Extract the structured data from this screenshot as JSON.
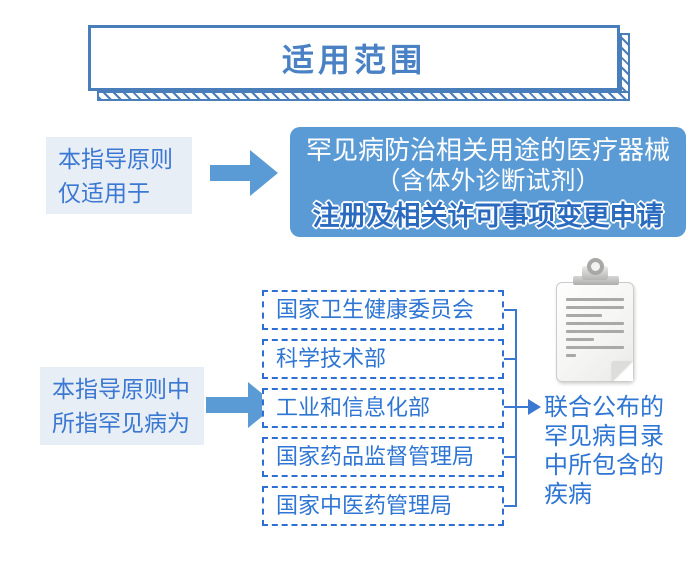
{
  "colors": {
    "accent_blue": "#3b78d2",
    "mid_blue": "#5b9bd5",
    "dark_blue": "#2a6bc0",
    "border_blue": "#4a7ebb",
    "light_box_bg": "#e8eef6",
    "dashed_blue": "#2e6fd4",
    "clipboard_gray": "#a9a9a7"
  },
  "title": {
    "text": "适用范围"
  },
  "section1": {
    "source": {
      "line1": "本指导原则",
      "line2": "仅适用于"
    },
    "target": {
      "line1": "罕见病防治相关用途的医疗器械",
      "line2": "（含体外诊断试剂）",
      "line3": "注册及相关许可事项变更申请"
    }
  },
  "section2": {
    "source": {
      "line1": "本指导原则中",
      "line2": "所指罕见病为"
    },
    "agencies": [
      "国家卫生健康委员会",
      "科学技术部",
      "工业和信息化部",
      "国家药品监督管理局",
      "国家中医药管理局"
    ],
    "result": {
      "line1": "联合公布的",
      "line2": "罕见病目录",
      "line3": "中所包含的",
      "line4": "疾病"
    }
  },
  "icons": {
    "clipboard": "clipboard-icon",
    "flow_arrow": "arrow-right-icon",
    "bracket_arrow": "arrow-right-icon"
  }
}
